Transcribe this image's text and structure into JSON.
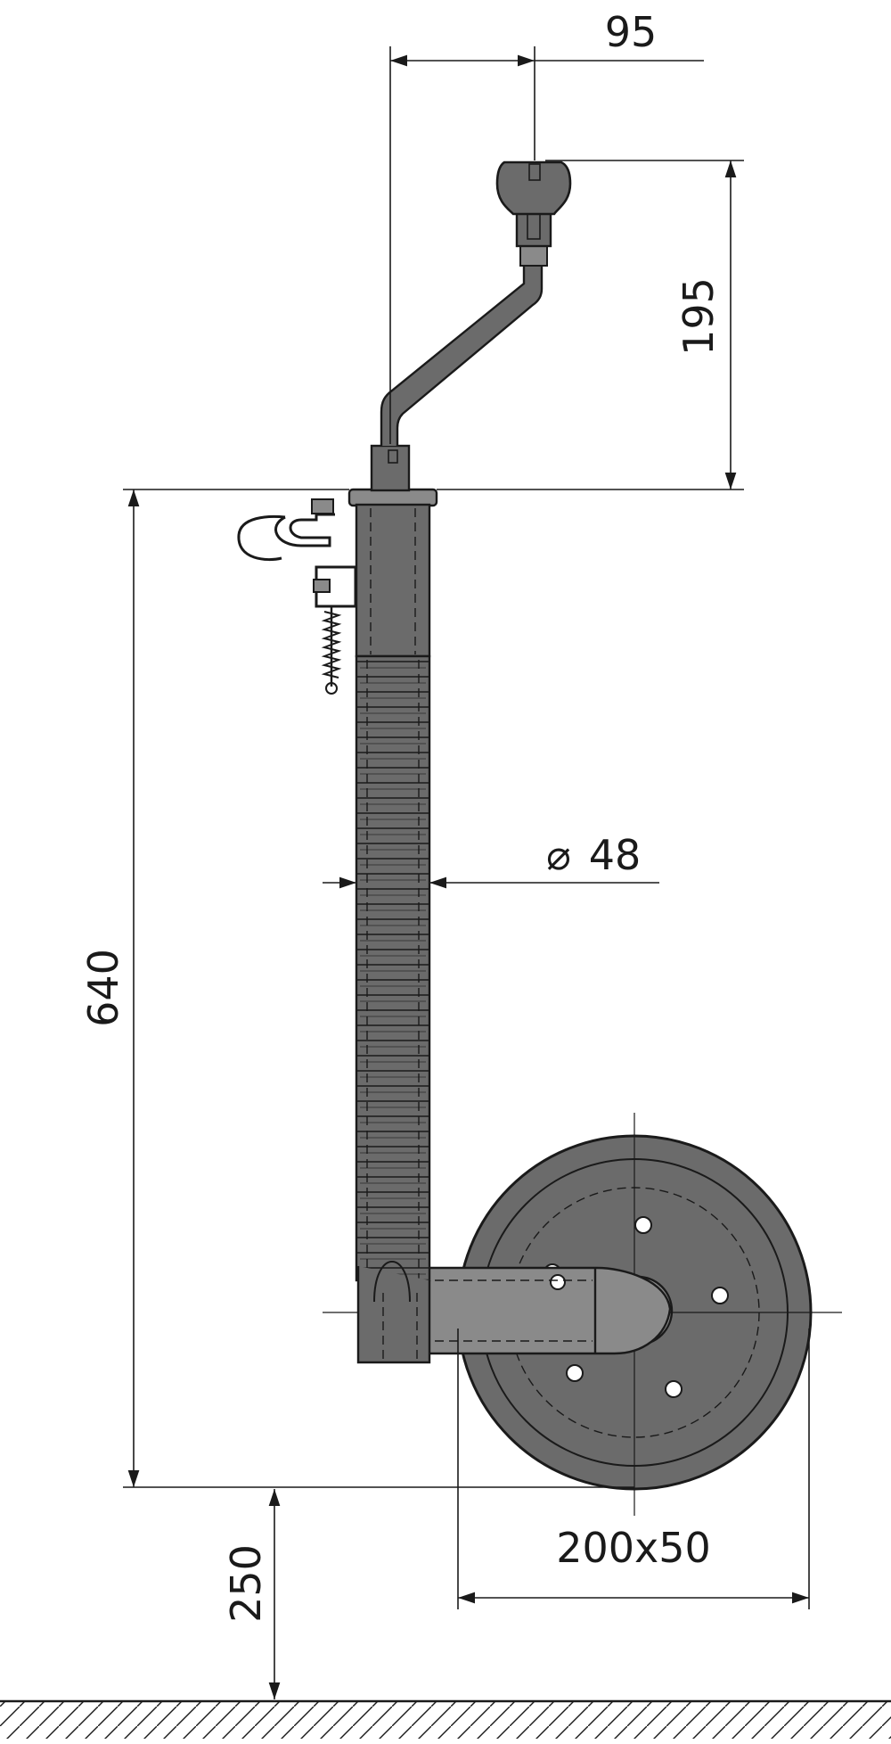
{
  "drawing": {
    "subject": "jockey-wheel",
    "dimensions": {
      "crank_offset": "95",
      "handle_height": "195",
      "total_height": "640",
      "tube_diameter_symbol": "⌀",
      "tube_diameter": "48",
      "wheel_size": "200x50",
      "ground_clearance": "250"
    },
    "colors": {
      "line": "#1a1a1a",
      "fill": "#6b6b6b",
      "fill_light": "#8a8a8a",
      "background": "#ffffff"
    }
  }
}
